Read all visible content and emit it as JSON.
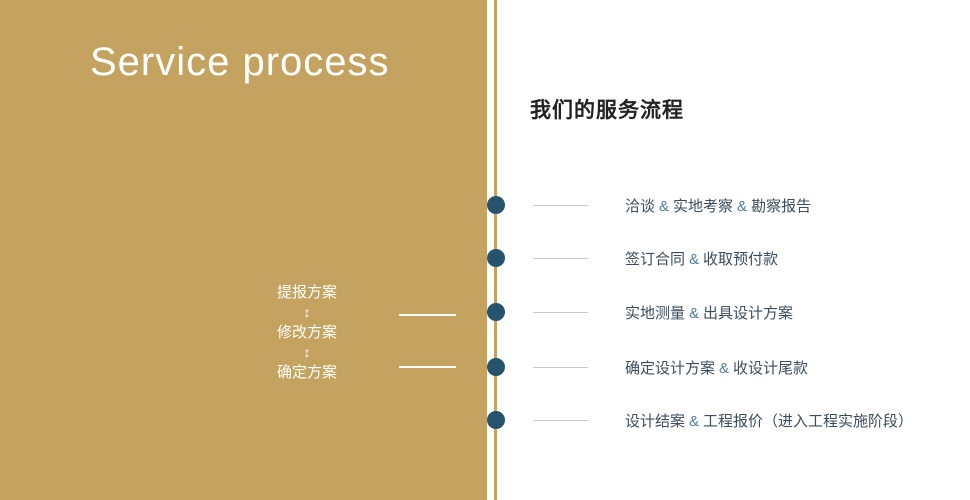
{
  "colors": {
    "gold": "#c3a35f",
    "dot": "#26546f",
    "ampersand": "#4e7ca0",
    "step_text": "#3b4d5e",
    "heading_text": "#222222",
    "connector_gray": "#c9c9c9",
    "left_text": "#ffffff"
  },
  "left_panel": {
    "title": "Service process",
    "plan_flow": {
      "arrow": "↕",
      "items": [
        "提报方案",
        "修改方案",
        "确定方案"
      ]
    }
  },
  "right_panel": {
    "heading": "我们的服务流程",
    "separator": "&",
    "steps": [
      {
        "parts": [
          "洽谈",
          "实地考察",
          "勘察报告"
        ]
      },
      {
        "parts": [
          "签订合同",
          "收取预付款"
        ]
      },
      {
        "parts": [
          "实地测量",
          "出具设计方案"
        ]
      },
      {
        "parts": [
          "确定设计方案",
          "收设计尾款"
        ]
      },
      {
        "parts": [
          "设计结案",
          "工程报价（进入工程实施阶段）"
        ]
      }
    ]
  }
}
